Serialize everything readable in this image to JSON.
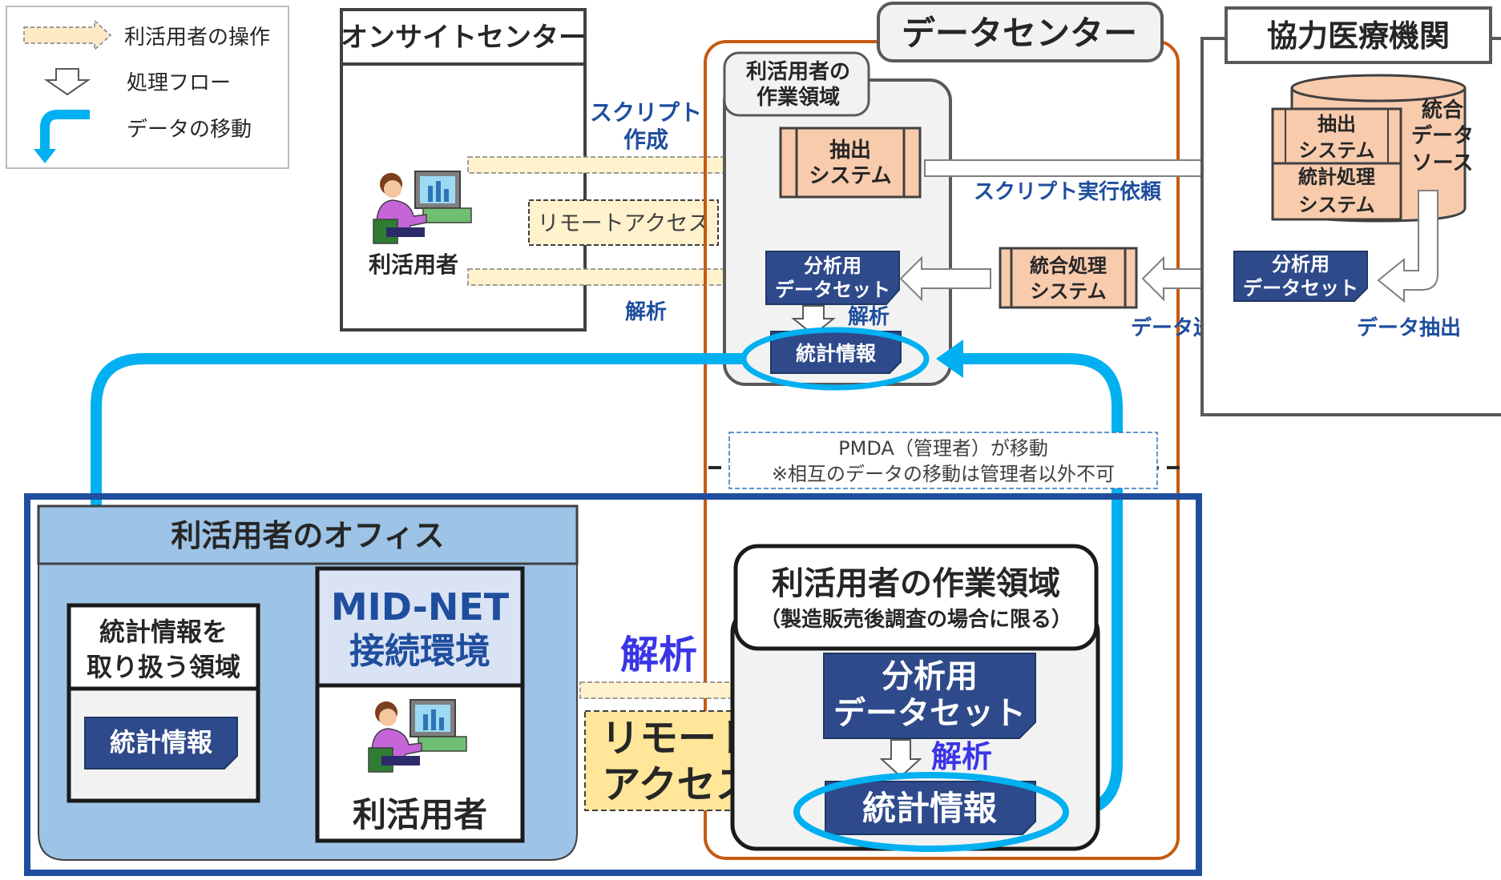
{
  "legend": {
    "operation": "利活用者の操作",
    "process_flow": "処理フロー",
    "data_move": "データの移動"
  },
  "onsite": {
    "title": "オンサイトセンター",
    "user_label": "利活用者",
    "script_label_1": "スクリプト",
    "script_label_2": "作成",
    "remote_access": "リモートアクセス",
    "analysis": "解析"
  },
  "datacenter": {
    "title": "データセンター",
    "workspace_1": "利活用者の",
    "workspace_2": "作業領域",
    "extract_system_1": "抽出",
    "extract_system_2": "システム",
    "dataset_1": "分析用",
    "dataset_2": "データセット",
    "analysis": "解析",
    "stats": "統計情報",
    "integration_1": "統合処理",
    "integration_2": "システム",
    "script_request": "スクリプト実行依頼",
    "data_send": "データ送信"
  },
  "partner": {
    "title": "協力医療機関",
    "extract_system_1": "抽出",
    "extract_system_2": "システム",
    "stats_system_1": "統計処理",
    "stats_system_2": "システム",
    "source_1": "統合",
    "source_2": "データ",
    "source_3": "ソース",
    "dataset_1": "分析用",
    "dataset_2": "データセット",
    "data_extract": "データ抽出"
  },
  "pmda_note": {
    "line1": "PMDA（管理者）が移動",
    "line2": "※相互のデータの移動は管理者以外不可"
  },
  "office": {
    "title": "利活用者のオフィス",
    "stats_area_1": "統計情報を",
    "stats_area_2": "取り扱う領域",
    "stats": "統計情報",
    "midnet_1": "MID-NET",
    "midnet_2": "接続環境",
    "user_label": "利活用者"
  },
  "remote": {
    "analysis": "解析",
    "access_1": "リモート",
    "access_2": "アクセス"
  },
  "workspace_big": {
    "title": "利活用者の作業領域",
    "subtitle": "（製造販売後調査の場合に限る）",
    "dataset_1": "分析用",
    "dataset_2": "データセット",
    "analysis": "解析",
    "stats": "統計情報"
  },
  "colors": {
    "cyan_flow": "#00b0f0",
    "navy_box": "#2e4a8b",
    "orange_border": "#c55a11",
    "office_fill": "#9dc3e6",
    "peach_fill": "#f8cbad",
    "remote_fill": "#ffe699"
  }
}
